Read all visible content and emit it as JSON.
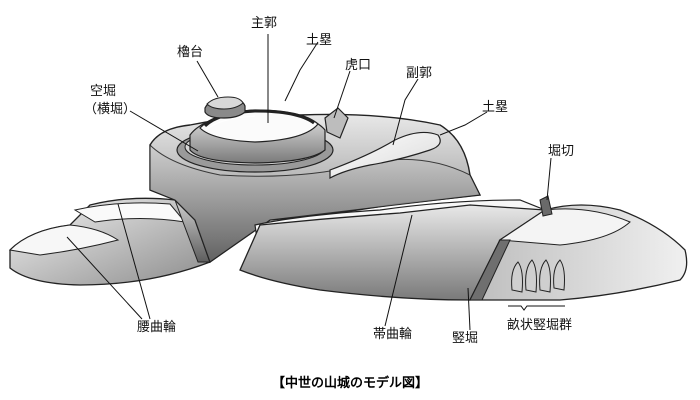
{
  "labels": {
    "shukaku": "主郭",
    "dorui_top": "土塁",
    "yaguradai": "櫓台",
    "koguchi": "虎口",
    "fukukaku": "副郭",
    "karabori_1": "空堀",
    "karabori_2": "（横堀）",
    "dorui_right": "土塁",
    "horikiri": "堀切",
    "koshikuruwa": "腰曲輪",
    "obikuruwa": "帯曲輪",
    "tatebori": "竪堀",
    "uneJou": "畝状竪堀群"
  },
  "caption": "【中世の山城のモデル図】"
}
